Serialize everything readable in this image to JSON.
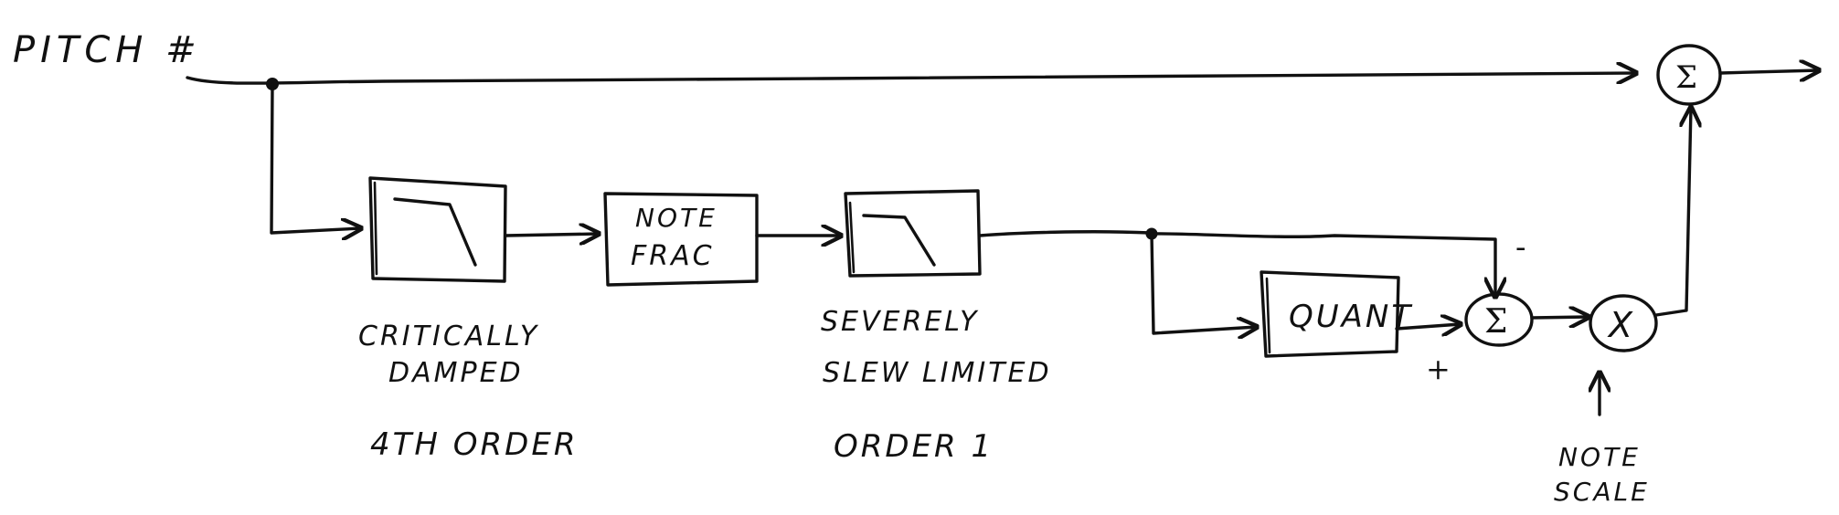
{
  "input_label": "PITCH #",
  "blocks": {
    "note_frac": {
      "line1": "NOTE",
      "line2": "FRAC"
    },
    "quant": "QUANT"
  },
  "summing_symbol": "Σ",
  "multiply_symbol": "X",
  "sign_minus": "-",
  "sign_plus": "+",
  "annotations": {
    "filter1": {
      "line1": "CRITICALLY",
      "line2": "DAMPED",
      "order": "4TH ORDER"
    },
    "filter2": {
      "line1": "SEVERELY",
      "line2": "SLEW LIMITED",
      "order": "ORDER 1"
    },
    "scale": {
      "line1": "NOTE",
      "line2": "SCALE"
    }
  },
  "colors": {
    "ink": "#111111",
    "paper": "#ffffff"
  },
  "icons": {
    "lowpass": "lowpass-filter-icon",
    "sum": "sum-junction-icon",
    "multiply": "multiply-junction-icon",
    "arrow": "arrowhead-icon"
  }
}
